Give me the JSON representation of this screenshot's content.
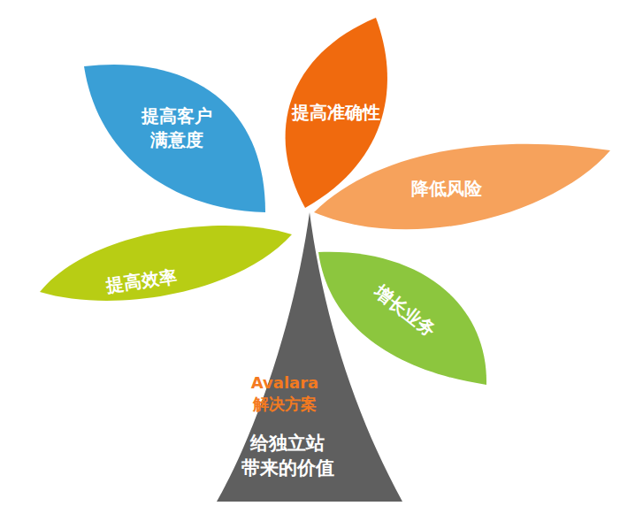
{
  "diagram": {
    "nodes": [
      {
        "text": [
          "提高客户 满意度"
        ]
      },
      {
        "text": [
          "提高准确性"
        ]
      },
      {
        "text": [
          "降低风险"
        ]
      },
      {
        "text": [
          "提高效率"
        ]
      },
      {
        "text": [
          "增长业务"
        ]
      },
      {
        "text": [
          "Avalara 解决方案",
          "给独立站 带来的价值"
        ]
      }
    ]
  }
}
